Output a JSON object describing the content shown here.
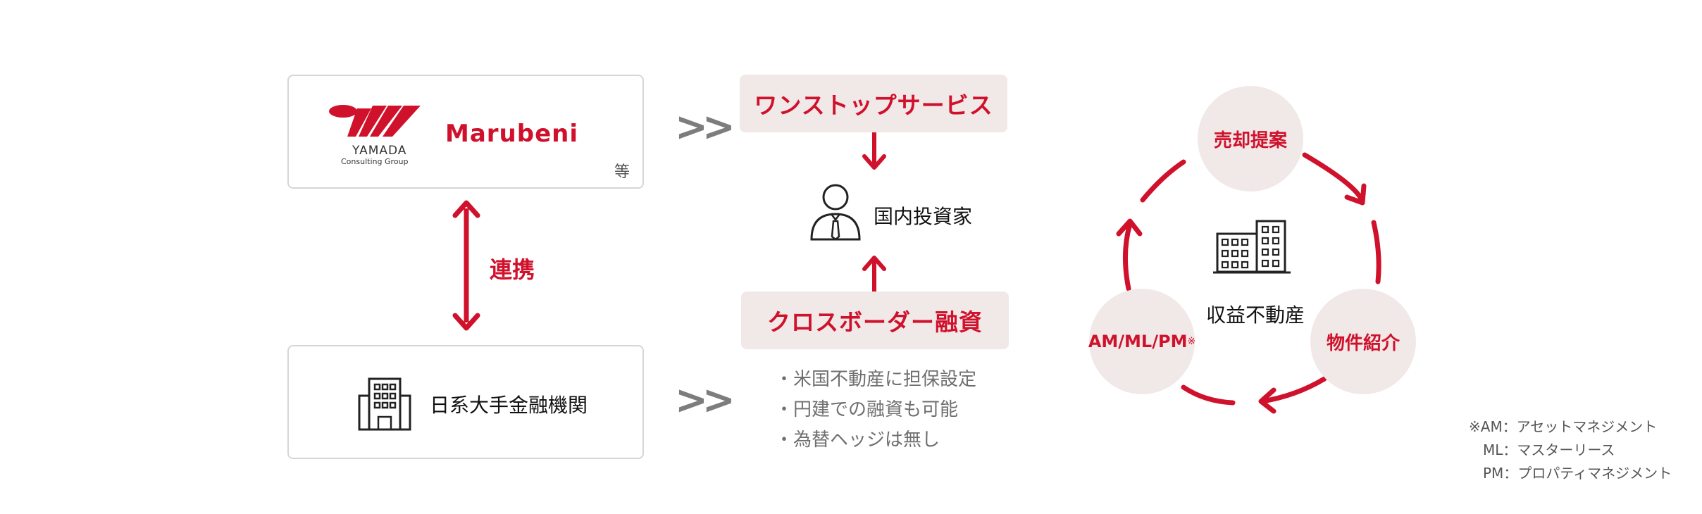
{
  "left": {
    "partners_box": {
      "logo_yamada_line1": "YAMADA",
      "logo_yamada_line2": "Consulting Group",
      "logo_marubeni": "Marubeni",
      "etc": "等"
    },
    "link_label": "連携",
    "bank_box": {
      "label": "日系大手金融機関"
    }
  },
  "middle": {
    "one_stop": "ワンストップサービス",
    "investor": "国内投資家",
    "cross_border": "クロスボーダー融資",
    "bullets": [
      "米国不動産に担保設定",
      "円建での融資も可能",
      "為替ヘッジは無し"
    ]
  },
  "cycle": {
    "top": "売却提案",
    "right": "物件紹介",
    "left": "AM/ML/PM",
    "left_mark": "※",
    "center": "収益不動産"
  },
  "notes": [
    "※AM：アセットマネジメント",
    "　ML：マスターリース",
    "　PM：プロパティマネジメント"
  ],
  "colors": {
    "accent": "#d0112b",
    "pill_bg": "#f1e8e8",
    "border": "#d6d6d6"
  }
}
